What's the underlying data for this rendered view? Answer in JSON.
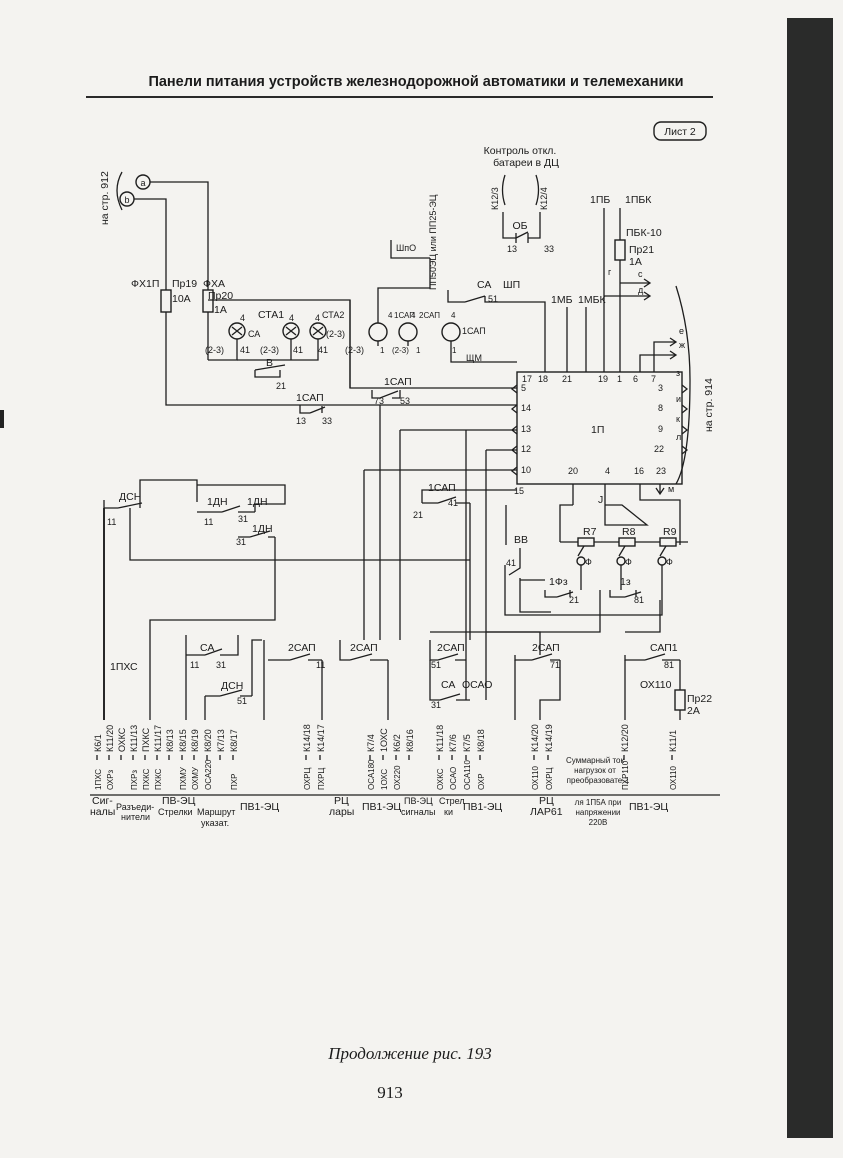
{
  "header": {
    "title": "Панели питания устройств железнодорожной автоматики и телемеханики"
  },
  "sheet": {
    "label": "Лист 2"
  },
  "caption": "Продолжение рис. 193",
  "page_number": "913",
  "refs": {
    "from_page": "на стр. 912",
    "to_page": "на стр. 914",
    "terminal_a": "а",
    "terminal_b": "b"
  },
  "control": {
    "title": "Контроль откл. батареи в ДЦ",
    "k1": "К12/3",
    "k2": "К12/4",
    "relay": "ОБ",
    "c1": "13",
    "c2": "33"
  },
  "fuses": {
    "fh1p": "ФХ1П",
    "pr19": "Пр19",
    "a10": "10А",
    "fha": "ФХА",
    "pr20": "Пр20",
    "a1": "1А",
    "pbk10": "ПБК-10",
    "pr21": "Пр21",
    "a1b": "1А",
    "pr22": "Пр22",
    "a2": "2А"
  },
  "transformers": {
    "sta1": "СТА1",
    "sta2": "СТА2",
    "sa": "СА",
    "n4": "4",
    "n41": "41",
    "n23": "(2-3)",
    "b_label": "В",
    "c21": "21"
  },
  "sap_lamps": {
    "panel_label": "ПП50ЭЦ или ПП25-ЭЦ",
    "shpo": "ШпО",
    "sa": "СА",
    "shp": "ШП",
    "c51": "51",
    "sap1": "1САП",
    "sap2": "2САП",
    "shchm": "ЩМ",
    "n1": "1",
    "n4": "4",
    "n23": "(2-3)"
  },
  "relays": {
    "sap_73_53": "1САП",
    "c73": "73",
    "c53": "53",
    "sap_13_33": "1САП",
    "c13": "13",
    "c33": "33",
    "sap_21_41": "1САП",
    "c21": "21",
    "c41": "41"
  },
  "block_1p": {
    "name": "1П",
    "top_terminals": [
      "17",
      "18",
      "21",
      "19",
      "1",
      "6",
      "7"
    ],
    "left_terminals": [
      "5",
      "14",
      "13",
      "12",
      "10",
      "15"
    ],
    "right_terminals": [
      "3",
      "8",
      "9",
      "22"
    ],
    "bottom_terminals": [
      "20",
      "4",
      "16",
      "23"
    ],
    "out_letters": [
      "е",
      "ж",
      "з",
      "и",
      "к",
      "л",
      "м"
    ],
    "feed_labels": [
      "1ПБ",
      "1ПБК",
      "1МБ",
      "1МБК"
    ],
    "feed_letters": [
      "г",
      "с",
      "д"
    ]
  },
  "regulator": {
    "vv": "ВВ",
    "r7": "R7",
    "r8": "R8",
    "r9": "R9",
    "phi3": "1Фз",
    "phi_z": "1з",
    "c41": "41",
    "c21": "21",
    "c81": "81",
    "j_label": "J"
  },
  "contacts": {
    "dsn": "ДСН",
    "dn1": "1ДН",
    "c11": "11",
    "c31": "31",
    "sa": "СА",
    "sap2": "2САП",
    "osao": "ОСАО",
    "sap1": "САП1",
    "ox110": "ОХ110",
    "c51": "51",
    "c71": "71",
    "c81": "81",
    "c31b": "31"
  },
  "bottom_columns": [
    {
      "top": "К6/1",
      "bottom": "1ПХС"
    },
    {
      "top": "К11/20",
      "bottom": "ОХРз"
    },
    {
      "top": "ОХКС",
      "bottom": ""
    },
    {
      "top": "К11/13",
      "bottom": "ПХРз"
    },
    {
      "top": "ПХКС",
      "bottom": "ПХКС"
    },
    {
      "top": "К11/17",
      "bottom": "ПХКС"
    },
    {
      "top": "К8/13",
      "bottom": ""
    },
    {
      "top": "К8/15",
      "bottom": "ПХМУ"
    },
    {
      "top": "К8/19",
      "bottom": "ОХМУ"
    },
    {
      "top": "К8/20",
      "bottom": "ОСА220"
    },
    {
      "top": "К7/13",
      "bottom": ""
    },
    {
      "top": "К8/17",
      "bottom": "ПХР"
    },
    {
      "top": "К14/18",
      "bottom": "ОХРЦ"
    },
    {
      "top": "К14/17",
      "bottom": "ПХРЦ"
    },
    {
      "top": "К7/4",
      "bottom": "ОСА180"
    },
    {
      "top": "1ОХС",
      "bottom": "1ОХС"
    },
    {
      "top": "К6/2",
      "bottom": "ОХ220"
    },
    {
      "top": "К8/16",
      "bottom": ""
    },
    {
      "top": "К11/18",
      "bottom": "ОХКС"
    },
    {
      "top": "К7/6",
      "bottom": "ОСАО"
    },
    {
      "top": "К7/5",
      "bottom": "ОСА110"
    },
    {
      "top": "К8/18",
      "bottom": "ОХР"
    },
    {
      "top": "К14/20",
      "bottom": "ОХ110"
    },
    {
      "top": "К14/19",
      "bottom": "ОХРЦ"
    },
    {
      "top": "К12/20",
      "bottom": "ПХР110"
    },
    {
      "top": "К11/1",
      "bottom": "ОХ110"
    }
  ],
  "bottom_groups": [
    {
      "label": "Сиг-\nналы"
    },
    {
      "label": "Разъеди-\nнители"
    },
    {
      "label": "ПВ-ЭЦ\nСтрелки"
    },
    {
      "label": "Маршрут\nуказат."
    },
    {
      "label": "ПВ1-ЭЦ"
    },
    {
      "label": "РЦ\nлары"
    },
    {
      "label": "ПВ1-ЭЦ"
    },
    {
      "label": "ПВ-ЭЦ\nсигналы"
    },
    {
      "label": "Стрел\nки"
    },
    {
      "label": "ПВ1-ЭЦ"
    },
    {
      "label": "РЦ\nЛАР61"
    },
    {
      "label": "ПВ1-ЭЦ"
    }
  ],
  "note": "Суммарный ток нагрузок от преобразовате-ля 1П5А при напряжении 220В",
  "pxs_label": "1ПХС"
}
